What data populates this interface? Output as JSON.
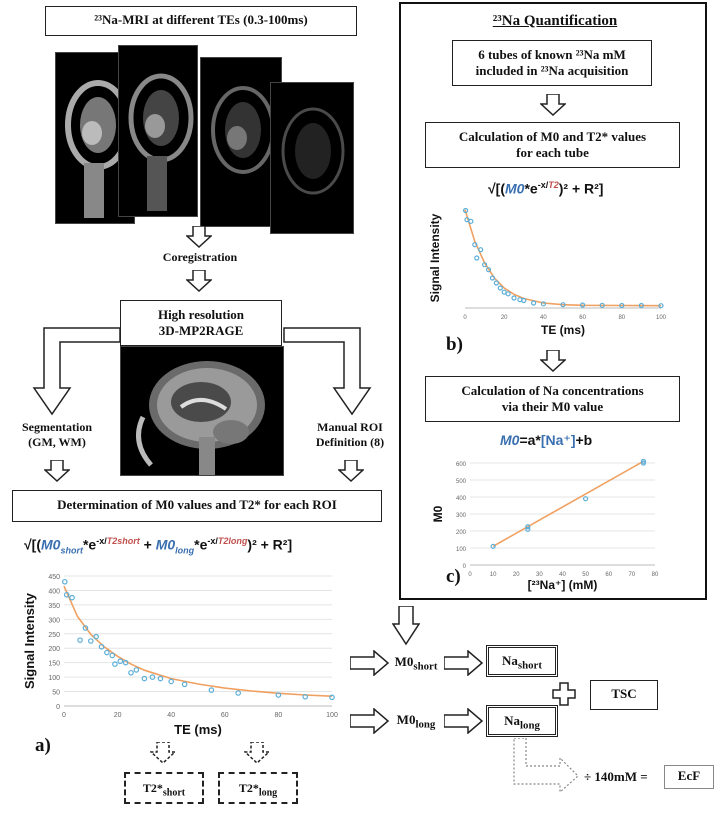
{
  "top_title": "²³Na-MRI at different TEs (0.3-100ms)",
  "coregistration": "Coregistration",
  "highres": [
    "High resolution",
    "3D-MP2RAGE"
  ],
  "segmentation": [
    "Segmentation",
    "(GM, WM)"
  ],
  "manual_roi": [
    "Manual ROI",
    "Definition (8)"
  ],
  "determination": "Determination of M0 values and T2* for each ROI",
  "formula_a": {
    "prefix": "√[(",
    "m0s": "M0",
    "m0s_sub": "short",
    "mid1": "*e",
    "exp1_pre": "-x/",
    "exp1": "T2short",
    "plus": " + ",
    "m0l": "M0",
    "m0l_sub": "long",
    "mid2": "*e",
    "exp2_pre": "-x/",
    "exp2": "T2long",
    "suffix": ")² + R²]"
  },
  "panel_a": "a)",
  "panel_b": "b)",
  "panel_c": "c)",
  "t2short": "T2*",
  "t2short_sub": "short",
  "t2long": "T2*",
  "t2long_sub": "long",
  "quant_title": "²³Na Quantification",
  "tubes": [
    "6 tubes of known ²³Na mM",
    "included in ²³Na acquisition"
  ],
  "calc_m0": [
    "Calculation of M0 and T2* values",
    "for each tube"
  ],
  "formula_b": {
    "prefix": "√[(",
    "m0": "M0",
    "mid": "*e",
    "exp_pre": "-x/",
    "exp": "T2",
    "suffix": ")² + R²]"
  },
  "calc_na": [
    "Calculation of Na concentrations",
    "via their M0 value"
  ],
  "formula_c": {
    "m0": "M0",
    "eq": "=a*",
    "na": "[Na⁺]",
    "end": "+b"
  },
  "m0short": "M0",
  "m0short_sub": "short",
  "m0long": "M0",
  "m0long_sub": "long",
  "nashort": "Na",
  "nashort_sub": "short",
  "nalong": "Na",
  "nalong_sub": "long",
  "tsc": "TSC",
  "divide": "÷ 140mM =",
  "ecf": "EcF",
  "colors": {
    "series": "#f0a060",
    "points": "#5aaed8",
    "blue": "#3a6fb0",
    "red": "#c0504d"
  },
  "chart_data": [
    {
      "type": "scatter",
      "xlabel": "TE (ms)",
      "ylabel": "Signal Intensity",
      "xlim": [
        0,
        100
      ],
      "ylim": [
        0,
        450
      ],
      "x_ticks": [
        0,
        20,
        40,
        60,
        80,
        100
      ],
      "y_ticks": [
        0,
        50,
        100,
        150,
        200,
        250,
        300,
        350,
        400,
        450
      ],
      "points": [
        [
          0.3,
          430
        ],
        [
          1,
          385
        ],
        [
          3,
          375
        ],
        [
          6,
          228
        ],
        [
          8,
          270
        ],
        [
          10,
          225
        ],
        [
          12,
          240
        ],
        [
          14,
          205
        ],
        [
          16,
          185
        ],
        [
          18,
          175
        ],
        [
          19,
          145
        ],
        [
          21,
          155
        ],
        [
          23,
          150
        ],
        [
          25,
          115
        ],
        [
          27,
          125
        ],
        [
          30,
          95
        ],
        [
          33,
          100
        ],
        [
          36,
          95
        ],
        [
          40,
          85
        ],
        [
          45,
          75
        ],
        [
          55,
          55
        ],
        [
          65,
          45
        ],
        [
          80,
          38
        ],
        [
          90,
          32
        ],
        [
          100,
          30
        ]
      ],
      "fit": [
        [
          0,
          415
        ],
        [
          5,
          310
        ],
        [
          10,
          248
        ],
        [
          15,
          205
        ],
        [
          20,
          172
        ],
        [
          25,
          145
        ],
        [
          30,
          124
        ],
        [
          40,
          95
        ],
        [
          50,
          76
        ],
        [
          60,
          62
        ],
        [
          70,
          52
        ],
        [
          80,
          44
        ],
        [
          90,
          38
        ],
        [
          100,
          34
        ]
      ]
    },
    {
      "type": "scatter",
      "xlabel": "TE (ms)",
      "ylabel": "Signal Intensity",
      "xlim": [
        0,
        100
      ],
      "ylim": [
        0,
        600
      ],
      "x_ticks": [
        0,
        20,
        40,
        60,
        80,
        100
      ],
      "y_ticks": [],
      "points": [
        [
          0.3,
          585
        ],
        [
          1,
          530
        ],
        [
          3,
          520
        ],
        [
          5,
          380
        ],
        [
          6,
          300
        ],
        [
          8,
          350
        ],
        [
          10,
          260
        ],
        [
          12,
          230
        ],
        [
          14,
          180
        ],
        [
          16,
          150
        ],
        [
          18,
          120
        ],
        [
          20,
          95
        ],
        [
          22,
          85
        ],
        [
          25,
          60
        ],
        [
          28,
          50
        ],
        [
          30,
          45
        ],
        [
          35,
          30
        ],
        [
          40,
          25
        ],
        [
          50,
          20
        ],
        [
          60,
          18
        ],
        [
          70,
          16
        ],
        [
          80,
          15
        ],
        [
          90,
          15
        ],
        [
          100,
          14
        ]
      ],
      "fit": [
        [
          0,
          590
        ],
        [
          5,
          400
        ],
        [
          10,
          270
        ],
        [
          15,
          180
        ],
        [
          20,
          120
        ],
        [
          25,
          82
        ],
        [
          30,
          57
        ],
        [
          40,
          30
        ],
        [
          50,
          20
        ],
        [
          60,
          16
        ],
        [
          80,
          15
        ],
        [
          100,
          14
        ]
      ]
    },
    {
      "type": "scatter",
      "xlabel": "[²³Na⁺] (mM)",
      "ylabel": "M0",
      "xlim": [
        0,
        80
      ],
      "ylim": [
        0,
        600
      ],
      "x_ticks": [
        0,
        10,
        20,
        30,
        40,
        50,
        60,
        70,
        80
      ],
      "y_ticks": [
        0,
        100,
        200,
        300,
        400,
        500,
        600
      ],
      "points": [
        [
          10,
          110
        ],
        [
          25,
          210
        ],
        [
          25,
          225
        ],
        [
          50,
          390
        ],
        [
          75,
          610
        ],
        [
          75,
          600
        ]
      ],
      "fit": [
        [
          10,
          110
        ],
        [
          75,
          610
        ]
      ]
    }
  ]
}
